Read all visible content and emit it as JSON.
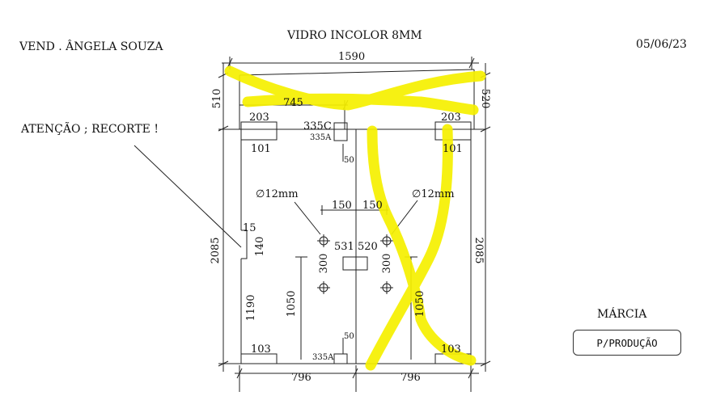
{
  "header": {
    "vendor": "VEND . ÂNGELA SOUZA",
    "title": "VIDRO INCOLOR 8MM",
    "date": "05/06/23"
  },
  "notes": {
    "attention": "ATENÇÃO ; RECORTE !",
    "operator": "MÁRCIA",
    "status": "P/PRODUÇÃO"
  },
  "dimensions": {
    "total_width": "1590",
    "top_left_height": "510",
    "top_right_height": "520",
    "top_offset": "745",
    "left_pad_width": "203",
    "right_pad_width": "203",
    "left_pad_height": "101",
    "right_pad_height": "101",
    "center_notch_c": "335C",
    "center_notch_a_top": "335A",
    "center_gap_top": "50",
    "hole_left_diameter": "∅12mm",
    "hole_right_diameter": "∅12mm",
    "hole_offset_left": "150",
    "hole_offset_right": "150",
    "left_height": "2085",
    "right_height": "2085",
    "notch_depth": "15",
    "notch_height": "140",
    "handle_left": "531",
    "handle_right": "520",
    "hole_spacing_left": "300",
    "hole_spacing_right": "300",
    "left_lower_height": "1190",
    "inner_left_height": "1050",
    "inner_right_height": "1050",
    "bottom_gap": "50",
    "bottom_notch_a": "335A",
    "bottom_left_pad": "103",
    "bottom_right_pad": "103",
    "bottom_left_width": "796",
    "bottom_right_width": "796"
  },
  "colors": {
    "highlighter": "#f6f000",
    "line": "#222222"
  }
}
